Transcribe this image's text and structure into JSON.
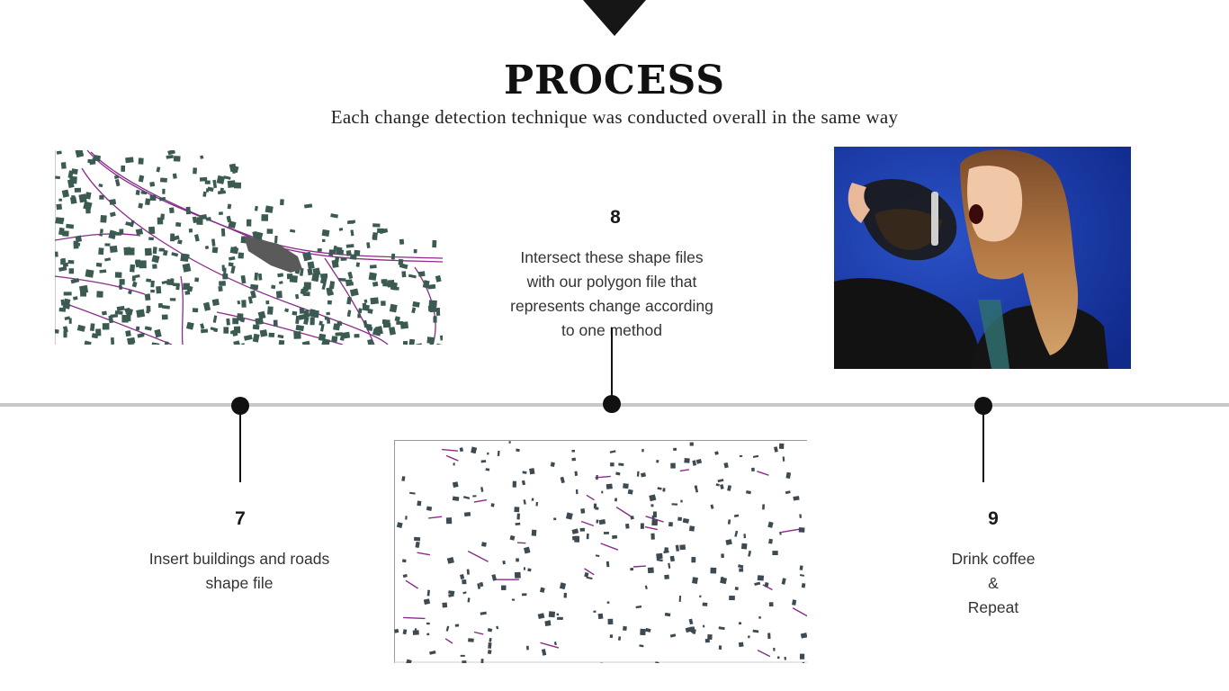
{
  "header": {
    "title": "PROCESS",
    "subtitle": "Each change detection technique was conducted overall in the same way"
  },
  "steps": [
    {
      "number": "7",
      "text": "Insert buildings and roads\nshape file"
    },
    {
      "number": "8",
      "text": "Intersect these shape files\nwith our polygon file that\nrepresents change according\nto one method"
    },
    {
      "number": "9",
      "text": "Drink coffee\n&\nRepeat"
    }
  ],
  "colors": {
    "accent": "#111111",
    "timeline": "#c8c8c8",
    "building": "#3a5a52",
    "road": "#8a2b8a",
    "photo_background": "#1a3fb0"
  },
  "images": [
    {
      "name": "buildings-roads-map",
      "icon": "map-image"
    },
    {
      "name": "change-intersection-map",
      "icon": "map-image"
    },
    {
      "name": "coffee-photo",
      "icon": "photo-image"
    }
  ]
}
